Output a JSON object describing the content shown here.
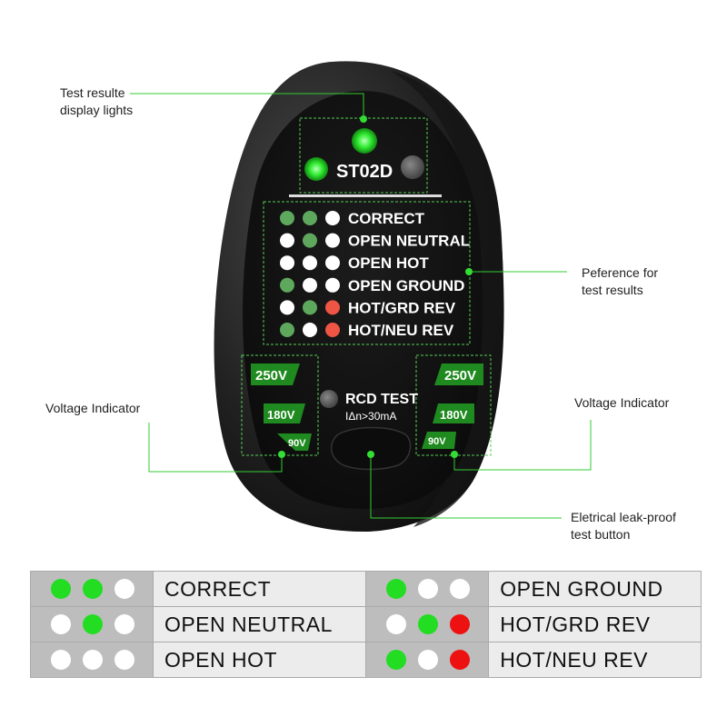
{
  "colors": {
    "green": "#22dd22",
    "white": "#ffffff",
    "red": "#ee1111",
    "dim_green": "#5ea85e",
    "dim_red": "#ee5544",
    "callout_line": "#33cc33",
    "body_dark": "#2a2a2a"
  },
  "device": {
    "model": "ST02D",
    "rcd_label": "RCD TEST",
    "rcd_sub": "IΔn>30mA",
    "voltage_left": [
      "250V",
      "180V",
      "90V"
    ],
    "voltage_right": [
      "250V",
      "180V",
      "90V"
    ],
    "legend": [
      {
        "label": "CORRECT",
        "dots": [
          "dim_green",
          "dim_green",
          "white"
        ]
      },
      {
        "label": "OPEN NEUTRAL",
        "dots": [
          "white",
          "dim_green",
          "white"
        ]
      },
      {
        "label": "OPEN HOT",
        "dots": [
          "white",
          "white",
          "white"
        ]
      },
      {
        "label": "OPEN GROUND",
        "dots": [
          "dim_green",
          "white",
          "white"
        ]
      },
      {
        "label": "HOT/GRD REV",
        "dots": [
          "white",
          "dim_green",
          "dim_red"
        ]
      },
      {
        "label": "HOT/NEU REV",
        "dots": [
          "dim_green",
          "white",
          "dim_red"
        ]
      }
    ]
  },
  "callouts": {
    "display_lights": [
      "Test resulte",
      "display lights"
    ],
    "reference": [
      "Peference for",
      "test results"
    ],
    "voltage_left": "Voltage Indicator",
    "voltage_right": "Voltage Indicator",
    "test_button": [
      "Eletrical leak-proof",
      "test button"
    ]
  },
  "table": {
    "rows": [
      [
        {
          "label": "CORRECT",
          "dots": [
            "green",
            "green",
            "white"
          ]
        },
        {
          "label": "OPEN GROUND",
          "dots": [
            "green",
            "white",
            "white"
          ]
        }
      ],
      [
        {
          "label": "OPEN NEUTRAL",
          "dots": [
            "white",
            "green",
            "white"
          ]
        },
        {
          "label": "HOT/GRD REV",
          "dots": [
            "white",
            "green",
            "red"
          ]
        }
      ],
      [
        {
          "label": "OPEN HOT",
          "dots": [
            "white",
            "white",
            "white"
          ]
        },
        {
          "label": "HOT/NEU REV",
          "dots": [
            "green",
            "white",
            "red"
          ]
        }
      ]
    ]
  }
}
